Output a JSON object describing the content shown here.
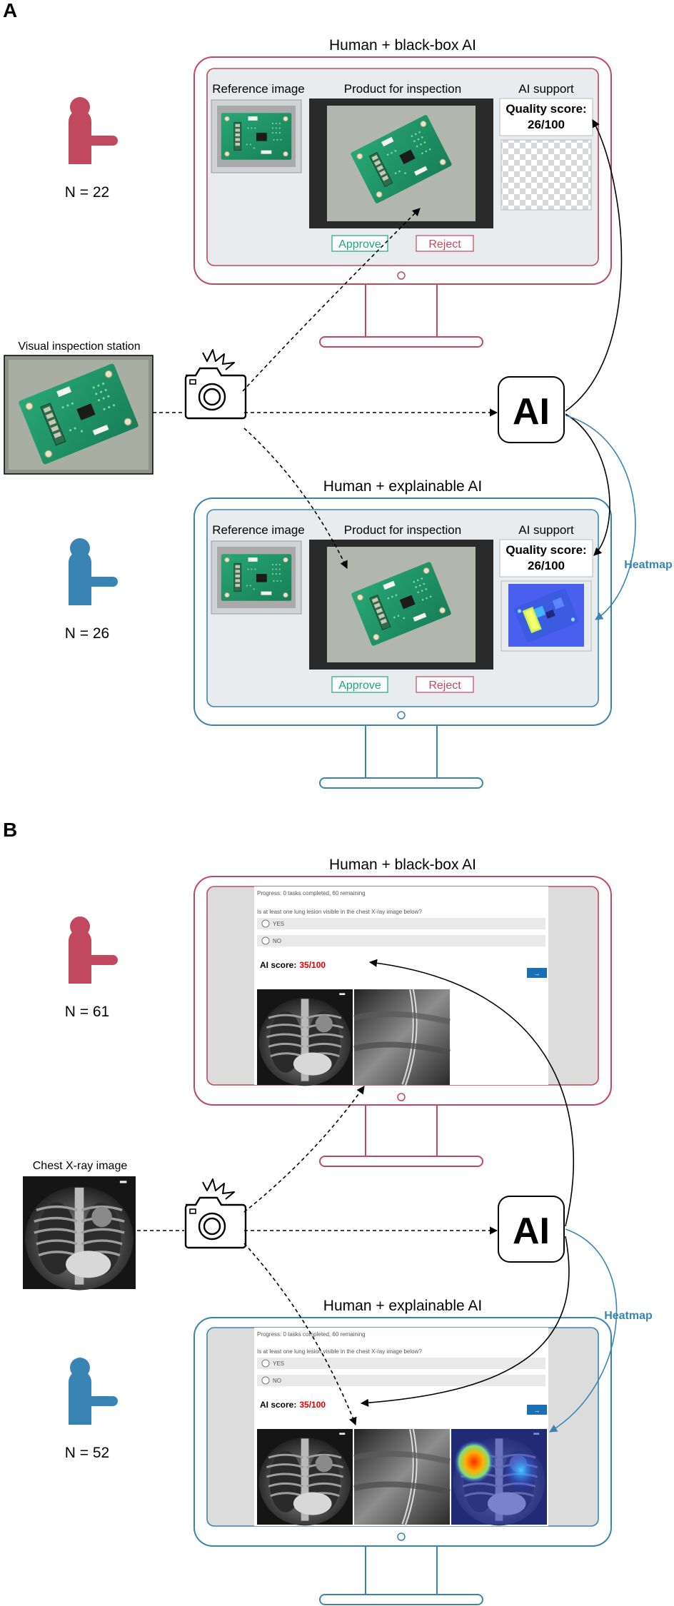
{
  "colors": {
    "blackbox": "#c0485f",
    "explainable": "#3a84b4",
    "approve": "#1aa57e",
    "reject": "#c0485f",
    "ai_score_red": "#e00000",
    "heatmap_label": "#3a84b4",
    "pcb_green": "#1f9a6a",
    "screen_bg": "#e9ecef",
    "progress_button": "#1a6fb5"
  },
  "panel_a": {
    "letter": "A",
    "station_label": "Visual inspection station",
    "ai_label": "AI",
    "heatmap_label": "Heatmap",
    "blackbox": {
      "title": "Human + black-box AI",
      "n_label": "N = 22",
      "ref_label": "Reference image",
      "product_label": "Product for inspection",
      "support_label": "AI support",
      "quality_label": "Quality score:",
      "quality_value": "26/100",
      "approve": "Approve",
      "reject": "Reject"
    },
    "explainable": {
      "title": "Human + explainable AI",
      "n_label": "N = 26",
      "ref_label": "Reference image",
      "product_label": "Product for inspection",
      "support_label": "AI support",
      "quality_label": "Quality score:",
      "quality_value": "26/100",
      "approve": "Approve",
      "reject": "Reject"
    }
  },
  "panel_b": {
    "letter": "B",
    "source_label": "Chest X-ray image",
    "ai_label": "AI",
    "heatmap_label": "Heatmap",
    "blackbox": {
      "title": "Human + black-box AI",
      "n_label": "N = 61",
      "progress": "Progress: 0 tasks completed, 60 remaining",
      "question": "Is at least one lung lesion visible in the chest X-ray image below?",
      "option_yes": "YES",
      "option_no": "NO",
      "ai_score_label": "AI score:",
      "ai_score_value": "35/100",
      "next_button": "→"
    },
    "explainable": {
      "title": "Human + explainable AI",
      "n_label": "N = 52",
      "progress": "Progress: 0 tasks completed, 60 remaining",
      "question": "Is at least one lung lesion visible in the chest X-ray image below?",
      "option_yes": "YES",
      "option_no": "NO",
      "ai_score_label": "AI score:",
      "ai_score_value": "35/100",
      "next_button": "→"
    }
  }
}
